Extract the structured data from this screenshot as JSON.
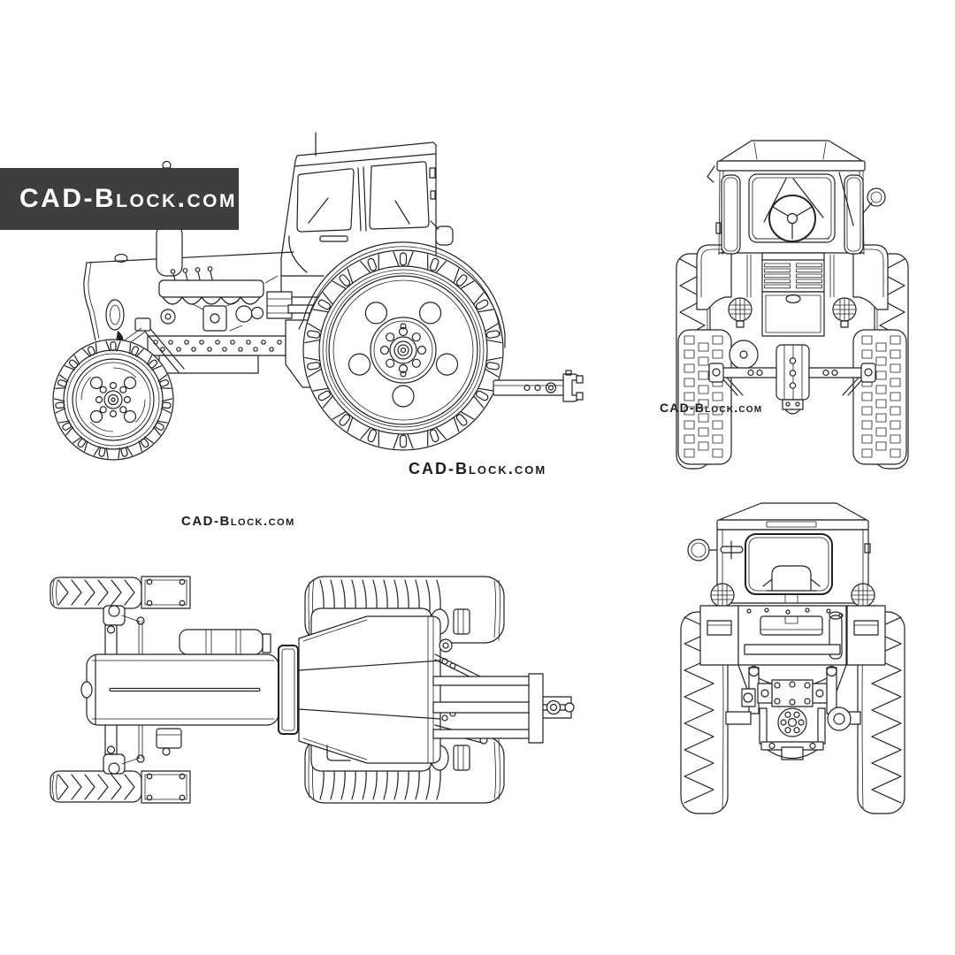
{
  "watermarks": {
    "banner": "CAD-Block.com",
    "side_view": "CAD-Block.com",
    "top_view": "CAD-Block.com",
    "front_view": "CAD-Block.com"
  },
  "colors": {
    "background": "#ffffff",
    "line": "#222222",
    "banner_background": "#3e3e3e",
    "banner_text": "#ffffff",
    "watermark_text": "#1d1d1d"
  }
}
